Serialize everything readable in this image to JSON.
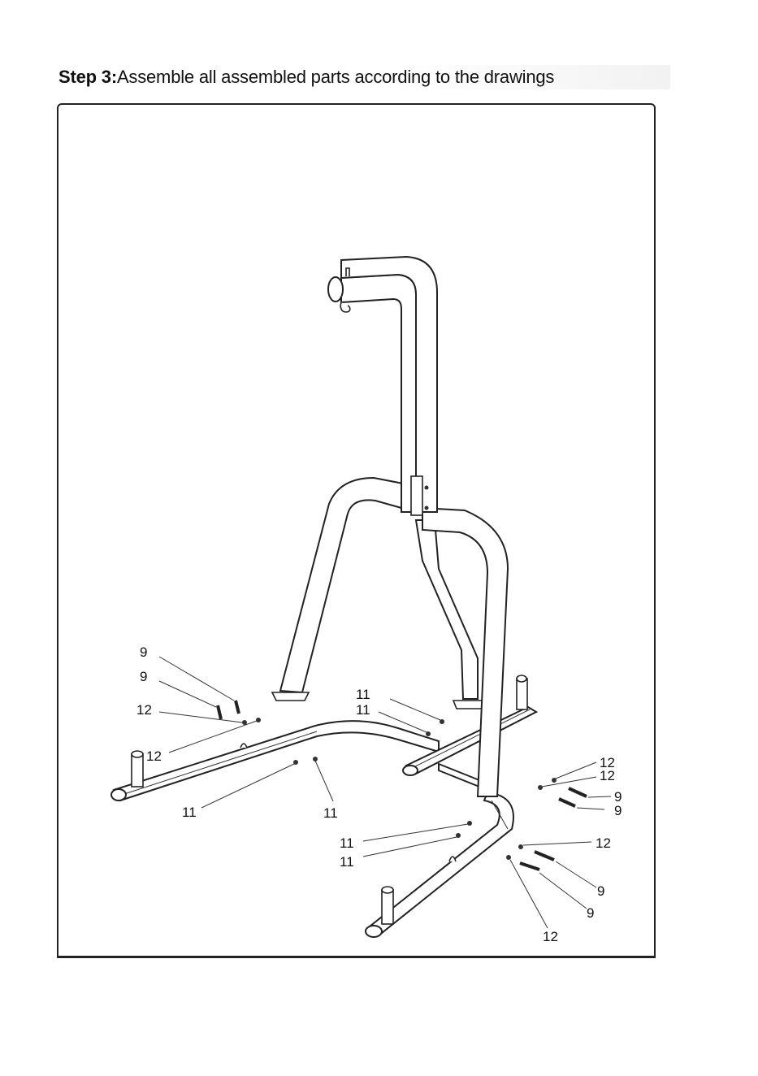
{
  "header": {
    "step_label": "Step 3:",
    "instruction": "Assemble all assembled parts according to the drawings"
  },
  "callouts": [
    {
      "id": "c1",
      "text": "9"
    },
    {
      "id": "c2",
      "text": "9"
    },
    {
      "id": "c3",
      "text": "12"
    },
    {
      "id": "c4",
      "text": "12"
    },
    {
      "id": "c5",
      "text": "11"
    },
    {
      "id": "c6",
      "text": "11"
    },
    {
      "id": "c7",
      "text": "11"
    },
    {
      "id": "c8",
      "text": "11"
    },
    {
      "id": "c9",
      "text": "12"
    },
    {
      "id": "c10",
      "text": "12"
    },
    {
      "id": "c11",
      "text": "9"
    },
    {
      "id": "c12",
      "text": "9"
    },
    {
      "id": "c13",
      "text": "11"
    },
    {
      "id": "c14",
      "text": "11"
    },
    {
      "id": "c15",
      "text": "12"
    },
    {
      "id": "c16",
      "text": "9"
    },
    {
      "id": "c17",
      "text": "9"
    },
    {
      "id": "c18",
      "text": "12"
    }
  ]
}
